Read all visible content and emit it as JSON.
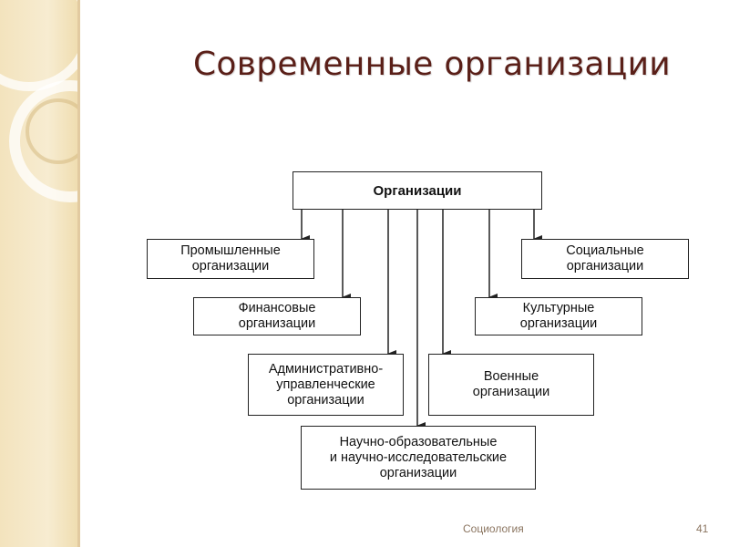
{
  "slide": {
    "title": "Современные организации",
    "footer_subject": "Социология",
    "page_number": "41"
  },
  "diagram": {
    "root": "Организации",
    "nodes": [
      "Промышленные\nорганизации",
      "Социальные\nорганизации",
      "Финансовые\nорганизации",
      "Культурные\nорганизации",
      "Административно-\nуправленческие\nорганизации",
      "Военные\nорганизации",
      "Научно-образовательные\nи научно-исследовательские\nорганизации"
    ]
  }
}
